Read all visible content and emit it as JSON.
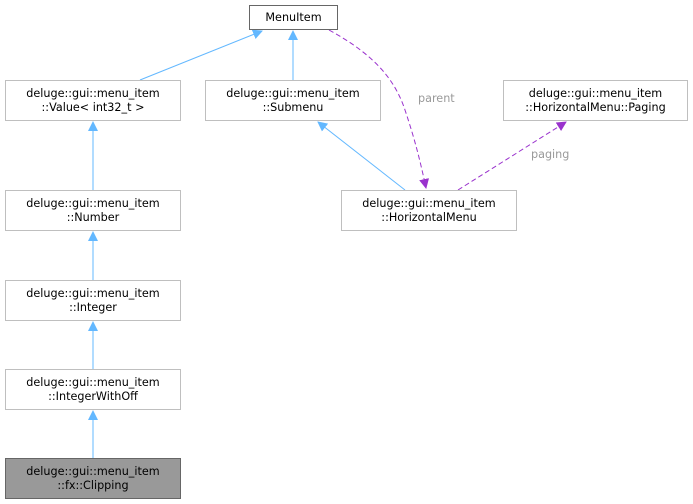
{
  "colors": {
    "inheritance_edge": "#63b8ff",
    "usage_edge": "#9a32cd",
    "edge_label": "#9a9a9a",
    "focus_fill": "#999999",
    "node_border": "#bfbfbf",
    "root_border": "#666666"
  },
  "nodes": {
    "menuitem": {
      "lines": [
        "MenuItem"
      ]
    },
    "value": {
      "lines": [
        "deluge::gui::menu_item",
        "::Value< int32_t >"
      ]
    },
    "submenu": {
      "lines": [
        "deluge::gui::menu_item",
        "::Submenu"
      ]
    },
    "paging": {
      "lines": [
        "deluge::gui::menu_item",
        "::HorizontalMenu::Paging"
      ]
    },
    "number": {
      "lines": [
        "deluge::gui::menu_item",
        "::Number"
      ]
    },
    "horizontalmenu": {
      "lines": [
        "deluge::gui::menu_item",
        "::HorizontalMenu"
      ]
    },
    "integer": {
      "lines": [
        "deluge::gui::menu_item",
        "::Integer"
      ]
    },
    "integerwithoff": {
      "lines": [
        "deluge::gui::menu_item",
        "::IntegerWithOff"
      ]
    },
    "clipping": {
      "lines": [
        "deluge::gui::menu_item",
        "::fx::Clipping"
      ]
    }
  },
  "edges": [
    {
      "from": "value",
      "to": "menuitem",
      "kind": "inheritance"
    },
    {
      "from": "submenu",
      "to": "menuitem",
      "kind": "inheritance"
    },
    {
      "from": "horizontalmenu",
      "to": "submenu",
      "kind": "inheritance"
    },
    {
      "from": "number",
      "to": "value",
      "kind": "inheritance"
    },
    {
      "from": "integer",
      "to": "number",
      "kind": "inheritance"
    },
    {
      "from": "integerwithoff",
      "to": "integer",
      "kind": "inheritance"
    },
    {
      "from": "clipping",
      "to": "integerwithoff",
      "kind": "inheritance"
    },
    {
      "from": "menuitem",
      "to": "horizontalmenu",
      "kind": "usage",
      "label": "parent"
    },
    {
      "from": "horizontalmenu",
      "to": "paging",
      "kind": "usage",
      "label": "paging"
    }
  ],
  "edge_labels": {
    "parent": "parent",
    "paging": "paging"
  }
}
